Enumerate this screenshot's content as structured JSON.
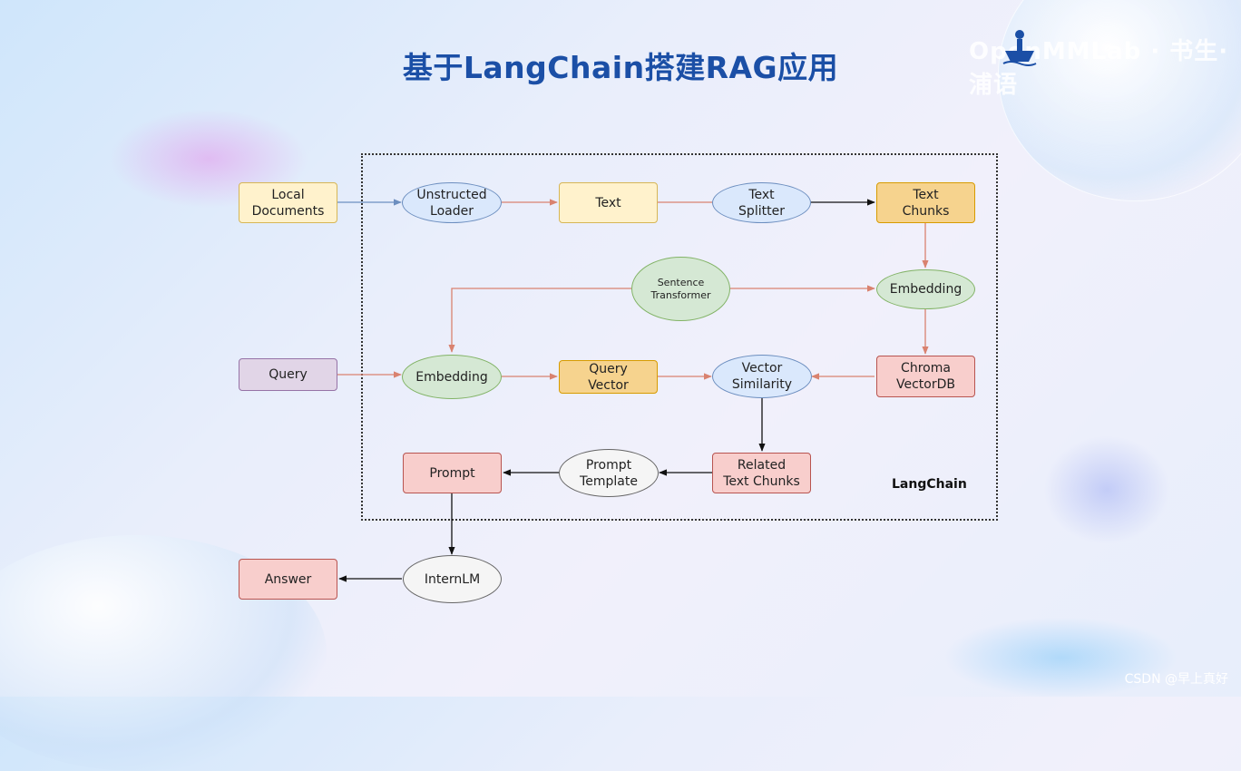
{
  "title": "基于LangChain搭建RAG应用",
  "logo": {
    "text": "OpenMMLab · 书生·浦语"
  },
  "frame_label": "LangChain",
  "nodes": {
    "local_documents": "Local\nDocuments",
    "unstructured_loader": "Unstructed\nLoader",
    "text": "Text",
    "text_splitter": "Text\nSplitter",
    "text_chunks": "Text\nChunks",
    "sentence_transformer": "Sentence\nTransformer",
    "embedding_top": "Embedding",
    "query": "Query",
    "embedding_query": "Embedding",
    "query_vector": "Query\nVector",
    "vector_similarity": "Vector\nSimilarity",
    "chroma_vectordb": "Chroma\nVectorDB",
    "related_text_chunks": "Related\nText Chunks",
    "prompt_template": "Prompt\nTemplate",
    "prompt": "Prompt",
    "internlm": "InternLM",
    "answer": "Answer"
  },
  "colors": {
    "title": "#1b4fa6",
    "edge_blue": "#6c8ebf",
    "edge_red": "#d9826f",
    "edge_black": "#111111"
  },
  "watermark": "CSDN @早上真好"
}
